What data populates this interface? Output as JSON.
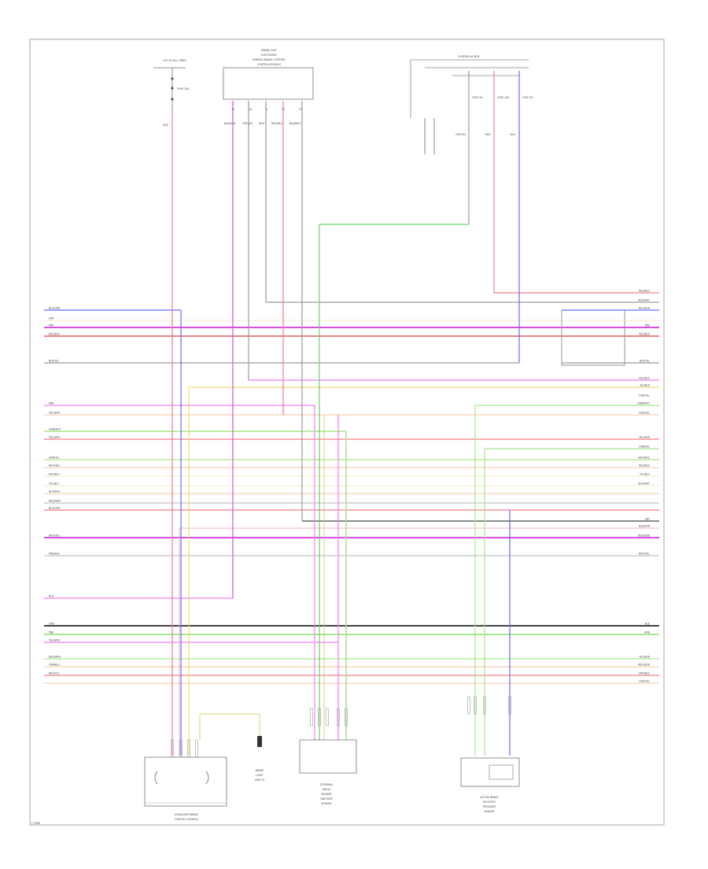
{
  "diagram": {
    "fuse_block": {
      "title": "HOT AT ALL TIMES",
      "fuse": "FUSE 10A",
      "wire": "RED"
    },
    "top_module": {
      "title_lines": [
        "BRAKE UNIT",
        "ELECTRONIC",
        "PARKING BRAKE CONTROL",
        "CONTROL MODULE"
      ],
      "pins": [
        "12",
        "24",
        "1",
        "20",
        "19"
      ],
      "wires": [
        "BLK/GRN",
        "GRY/YEL",
        "WHT",
        "RED/BLU",
        "BLK/WHT"
      ]
    },
    "right_fuse_block": {
      "title": "FUSE/RELAY BOX",
      "fuses": [
        "FUSE 5A",
        "FUSE 10A",
        "FUSE 5A"
      ],
      "wires": [
        "GRY/YEL",
        "RED",
        "BLU"
      ]
    },
    "left_wire_labels": [
      "BLU/GRN",
      "GRY",
      "PNK",
      "RED/BLK",
      "BLK/YEL",
      "PNK",
      "YEL/GRN",
      "GRN/WHT",
      "YEL/GRN",
      "GRN/YEL",
      "WHT/BLU",
      "RED/BLU",
      "YEL/BLU",
      "BLK/WHT",
      "RED/GRN",
      "BLU/GRN",
      "WHT/YEL",
      "PNK/BLK",
      "BLK",
      "GRN",
      "PNK",
      "YEL/GRN",
      "RED/GRN",
      "ORN/BLU",
      "RED/YEL"
    ],
    "right_wire_labels": [
      "RED/BLU",
      "BLK/WHT",
      "BLU/GRN",
      "PNK",
      "RED/BLK",
      "BLK/YEL",
      "RED/BLK",
      "YEL/BLK",
      "GRN/YEL",
      "GRN/WHT",
      "RED/YEL",
      "YEL/GRN",
      "GRN/YEL",
      "WHT/BLU",
      "RED/BLU",
      "YEL/BLU",
      "BLK/WHT",
      "GRY",
      "BLK/GRN",
      "RED/GRN",
      "WHT/YEL",
      "BLK",
      "GRN",
      "YEL/GRN",
      "RED/GRN",
      "ORN/BLU",
      "RED/YEL"
    ],
    "components": {
      "headlamp": [
        "HEADLAMP RANGE",
        "CONTROL MODULE"
      ],
      "switch": [
        "BRAKE",
        "LIGHT",
        "SWITCH"
      ],
      "sensor_left": [
        "STEERING",
        "ANGLE",
        "SENSOR",
        "YAW RATE",
        "SENSOR"
      ],
      "sensor_right": [
        "ACTIVE BRAKE",
        "BOOSTER",
        "PRESSURE",
        "SENSOR"
      ]
    },
    "footer_code": "F-7089"
  }
}
